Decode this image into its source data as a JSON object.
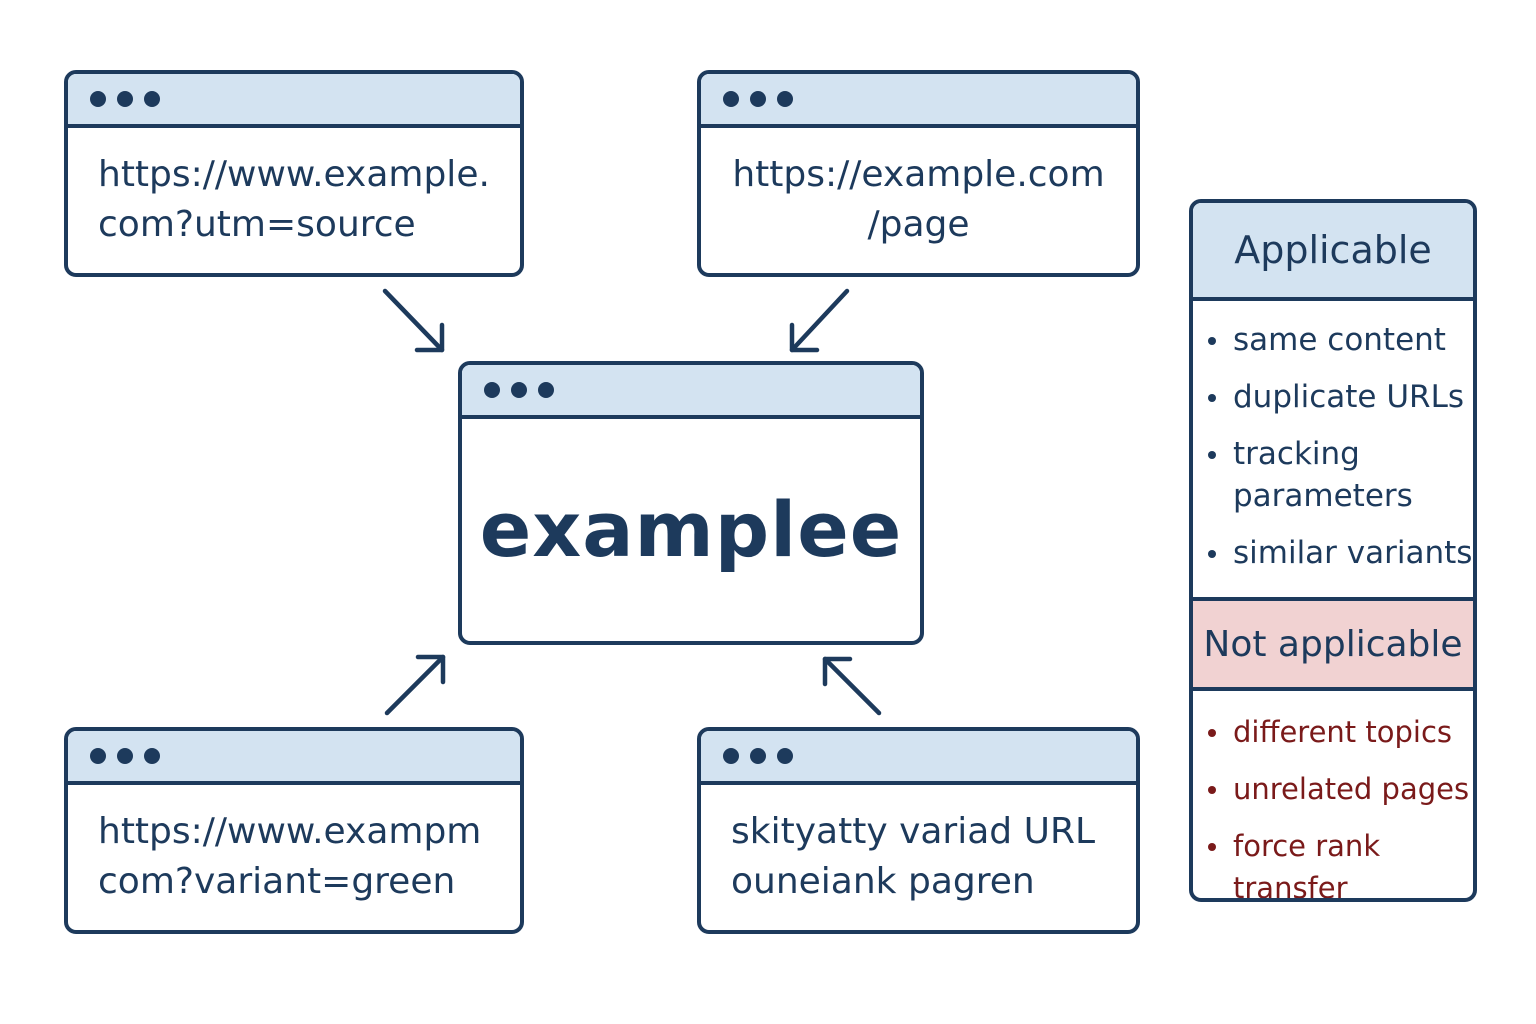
{
  "windows": {
    "top_left": {
      "lines": [
        "https://www.example.",
        "com?utm=source"
      ]
    },
    "top_right": {
      "lines": [
        "https://example.com",
        "/page"
      ]
    },
    "bottom_left": {
      "lines": [
        "https://www.exampm",
        "com?variant=green"
      ]
    },
    "bottom_right": {
      "lines": [
        "skityatty variad URL",
        "ouneiank pagren"
      ]
    },
    "center": {
      "label": "examplee"
    }
  },
  "panel": {
    "applicable": {
      "title": "Applicable",
      "items": [
        "same content",
        "duplicate URLs",
        "tracking parameters",
        "similar variants"
      ]
    },
    "not_applicable": {
      "title": "Not applicable",
      "items": [
        "different topics",
        "unrelated pages",
        "force rank transfer"
      ]
    }
  },
  "colors": {
    "ink": "#1d3a5c",
    "bar": "#d3e3f1",
    "not_applicable_fill": "#f1d2d2",
    "not_applicable_text": "#7a1a1a"
  }
}
